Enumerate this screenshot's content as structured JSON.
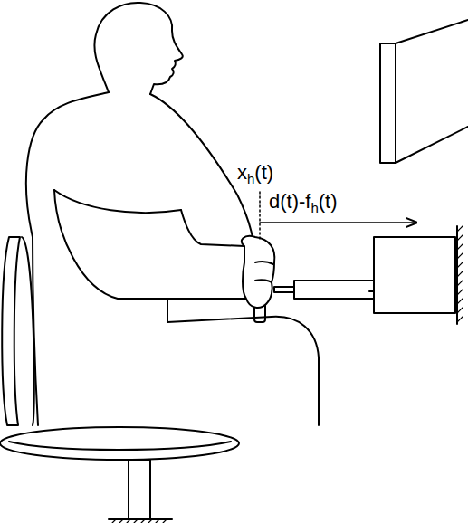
{
  "diagram": {
    "labels": [
      "x",
      "h",
      "(t)",
      "d(t)-f",
      "h",
      "(t)"
    ]
  }
}
